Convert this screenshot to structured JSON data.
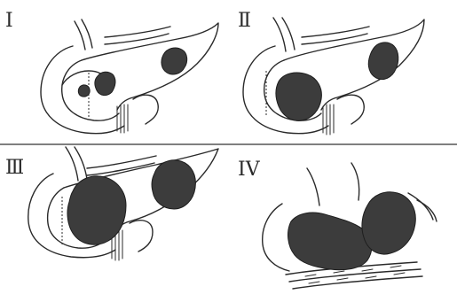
{
  "panels": [
    {
      "label": "Ⅰ"
    },
    {
      "label": "Ⅱ"
    },
    {
      "label": "Ⅲ"
    },
    {
      "label": "ⅠⅤ"
    }
  ]
}
